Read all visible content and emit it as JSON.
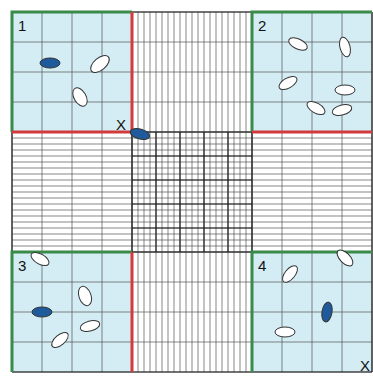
{
  "diagram": {
    "nodes": [
      {
        "text": [
          "1"
        ]
      },
      {
        "text": [
          "2"
        ]
      },
      {
        "text": [
          "3"
        ]
      },
      {
        "text": [
          "4"
        ]
      }
    ],
    "labels": [
      "X",
      "X"
    ]
  }
}
